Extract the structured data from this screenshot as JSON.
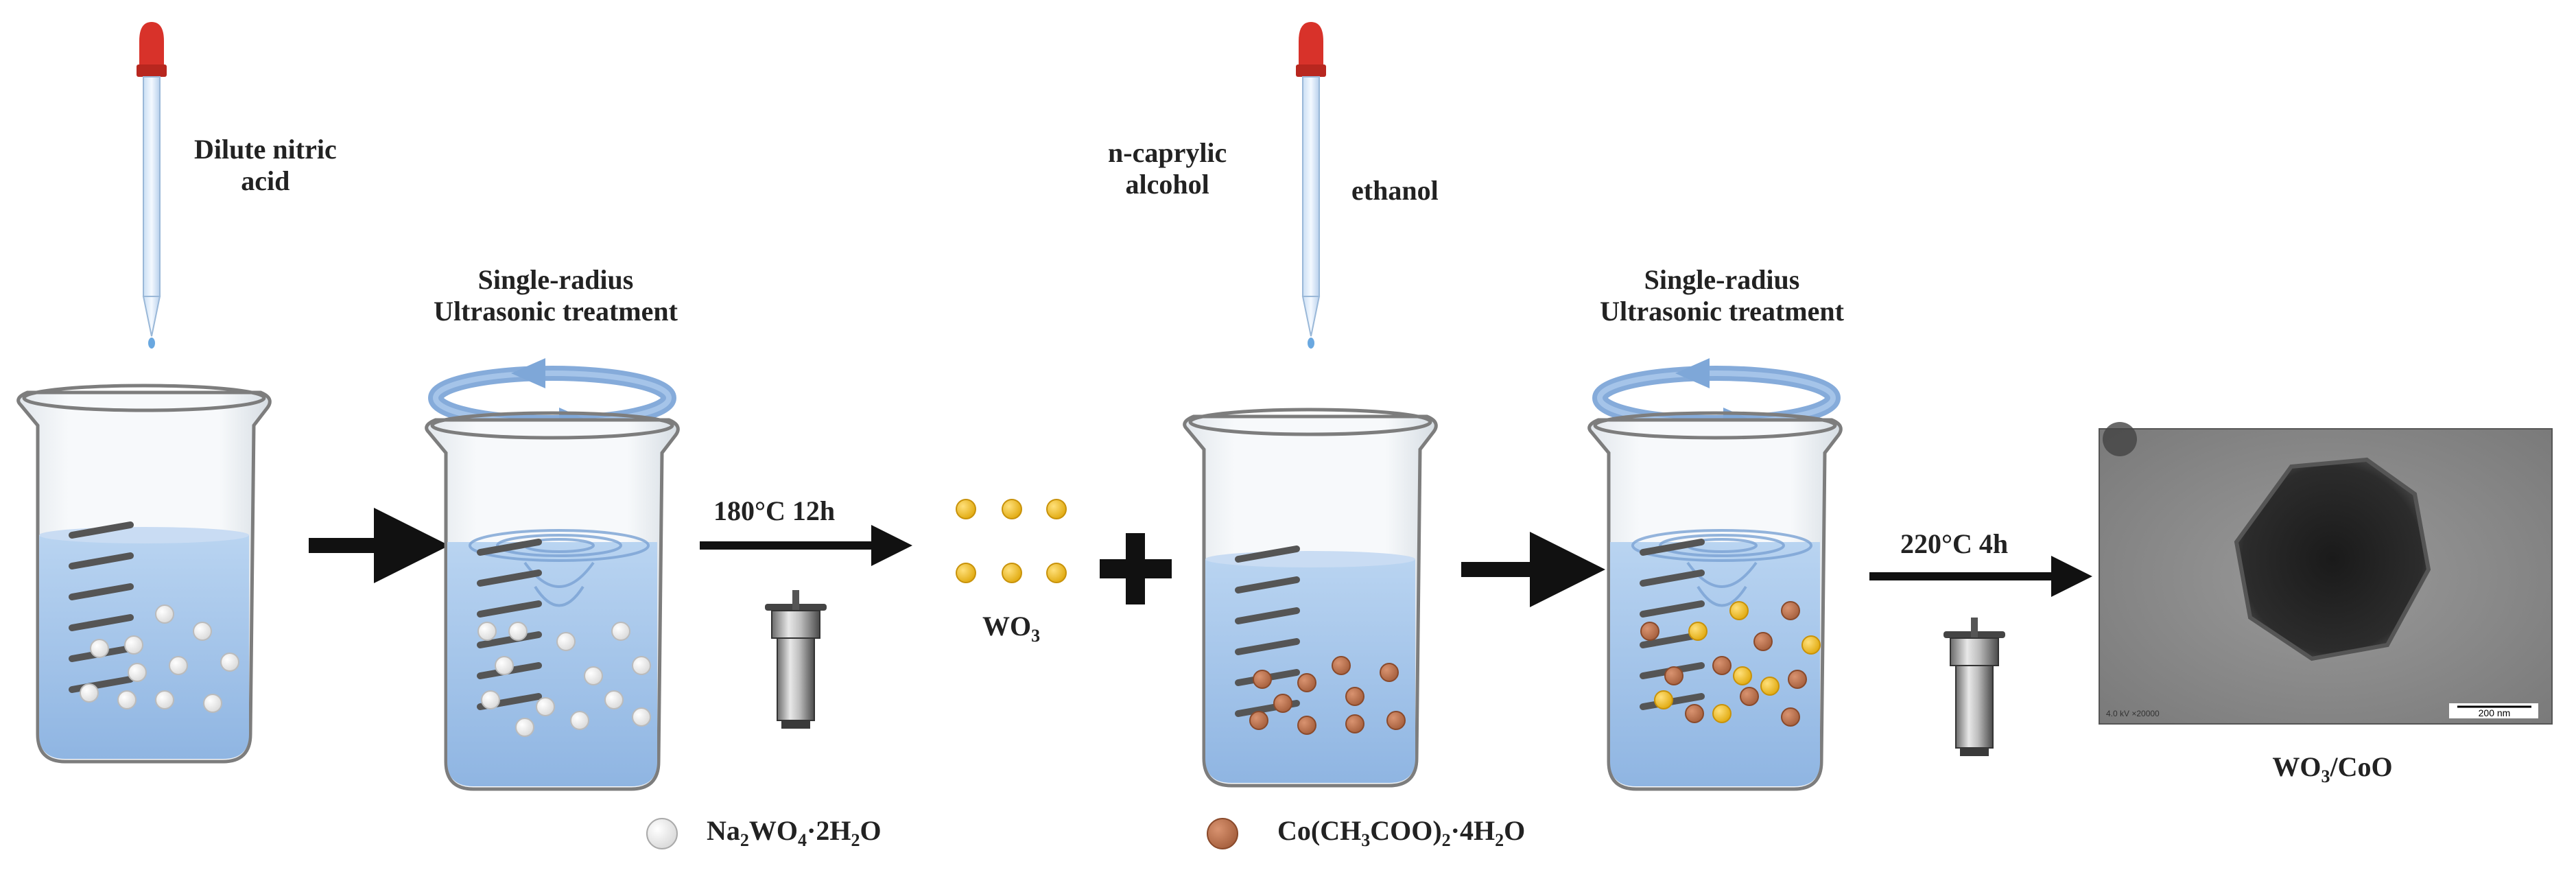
{
  "labels": {
    "dilute_acid_1": "Dilute nitric",
    "dilute_acid_2": "acid",
    "step1_title_1": "Single-radius",
    "step1_title_2": "Ultrasonic treatment",
    "step1_condition": "180°C 12h",
    "wo3": "WO",
    "wo3_sub": "3",
    "caprylic_1": "n-caprylic",
    "caprylic_2": "alcohol",
    "ethanol": "ethanol",
    "step2_title_1": "Single-radius",
    "step2_title_2": "Ultrasonic treatment",
    "step2_condition": "220°C 4h",
    "product": "WO",
    "product_sub": "3",
    "product_rest": "/CoO",
    "scale_bar": "200 nm",
    "tem_corner": "4.0 kV  ×20000"
  },
  "legend": {
    "reagent1": {
      "a": "Na",
      "a_sub": "2",
      "b": "WO",
      "b_sub": "4",
      "c": "·2H",
      "c_sub": "2",
      "d": "O"
    },
    "reagent2": {
      "a": "Co(CH",
      "a_sub": "3",
      "b": "COO)",
      "b_sub": "2",
      "c": "·4H",
      "c_sub": "2",
      "d": "O"
    }
  },
  "colors": {
    "liquid": "#a8c8ec",
    "arrow": "#111111",
    "rotation_arrow": "#7ea7d8",
    "dropper_bulb": "#d8322a",
    "white_particle": "#f4f4f4",
    "cobalt_particle": "#b9734f",
    "wo3_particle": "#efbe1f",
    "tem_background": "#8a8a8a"
  },
  "icons": [
    "dropper-icon",
    "beaker-icon",
    "autoclave-icon",
    "rotation-arrow-icon"
  ]
}
